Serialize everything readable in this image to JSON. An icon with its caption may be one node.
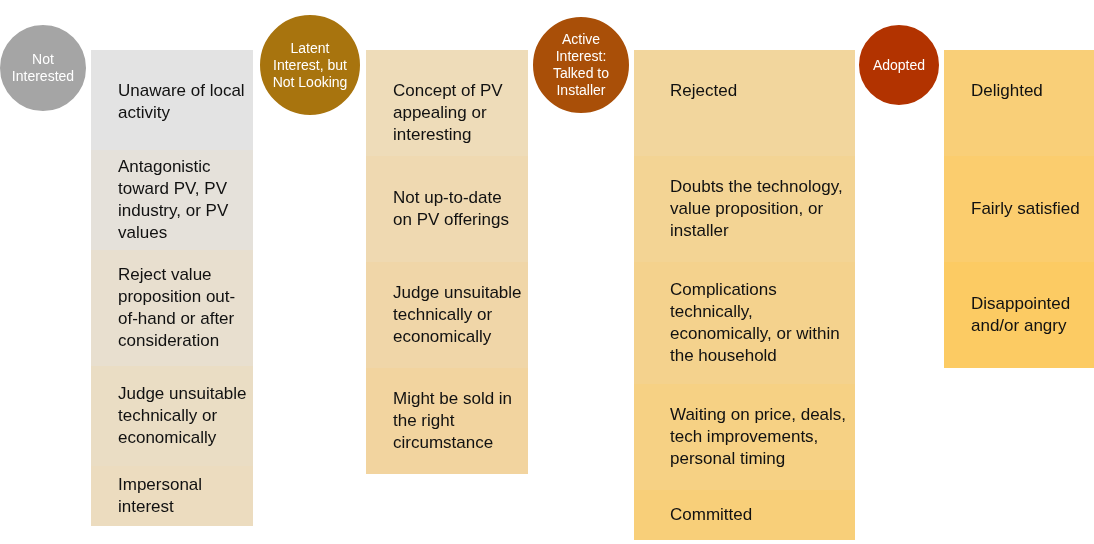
{
  "diagram": {
    "nodes": [
      {
        "text": [
          "Not Interested"
        ]
      },
      {
        "text": [
          "Unaware of local activity"
        ]
      },
      {
        "text": [
          "Antagonistic toward PV, PV industry, or PV values"
        ]
      },
      {
        "text": [
          "Reject value proposition out-of-hand or after consideration"
        ]
      },
      {
        "text": [
          "Judge unsuitable technically or economically"
        ]
      },
      {
        "text": [
          "Impersonal interest"
        ]
      },
      {
        "text": [
          "Latent Interest, but Not Looking"
        ]
      },
      {
        "text": [
          "Concept of PV appealing or interesting"
        ]
      },
      {
        "text": [
          "Not up-to-date on PV offerings"
        ]
      },
      {
        "text": [
          "Judge unsuitable technically or economically"
        ]
      },
      {
        "text": [
          "Might be sold in the right circumstance"
        ]
      },
      {
        "text": [
          "Active Interest: Talked to Installer"
        ]
      },
      {
        "text": [
          "Rejected"
        ]
      },
      {
        "text": [
          "Doubts the technology, value proposition, or installer"
        ]
      },
      {
        "text": [
          "Complications technically, economically, or within the household"
        ]
      },
      {
        "text": [
          "Waiting on price, deals, tech improvements, personal timing"
        ]
      },
      {
        "text": [
          "Committed"
        ]
      },
      {
        "text": [
          "Adopted"
        ]
      },
      {
        "text": [
          "Delighted"
        ]
      },
      {
        "text": [
          "Fairly satisfied"
        ]
      },
      {
        "text": [
          "Disappointed and/or angry"
        ]
      }
    ]
  }
}
